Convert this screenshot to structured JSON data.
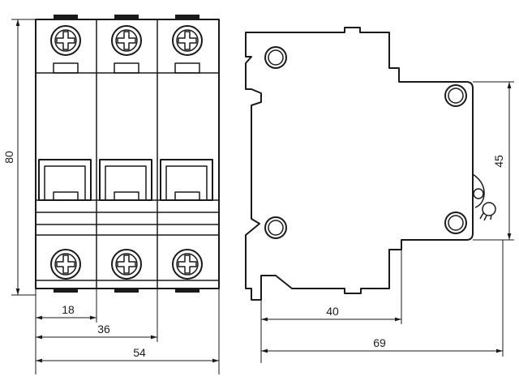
{
  "dimensions": {
    "height_front": "80",
    "pole_width_1": "18",
    "pole_width_2": "36",
    "pole_width_3": "54",
    "depth_rail": "40",
    "depth_total": "69",
    "height_cover": "45"
  },
  "front_view": {
    "poles": 3
  },
  "colors": {
    "line": "#1a1a1a",
    "background": "#ffffff"
  }
}
